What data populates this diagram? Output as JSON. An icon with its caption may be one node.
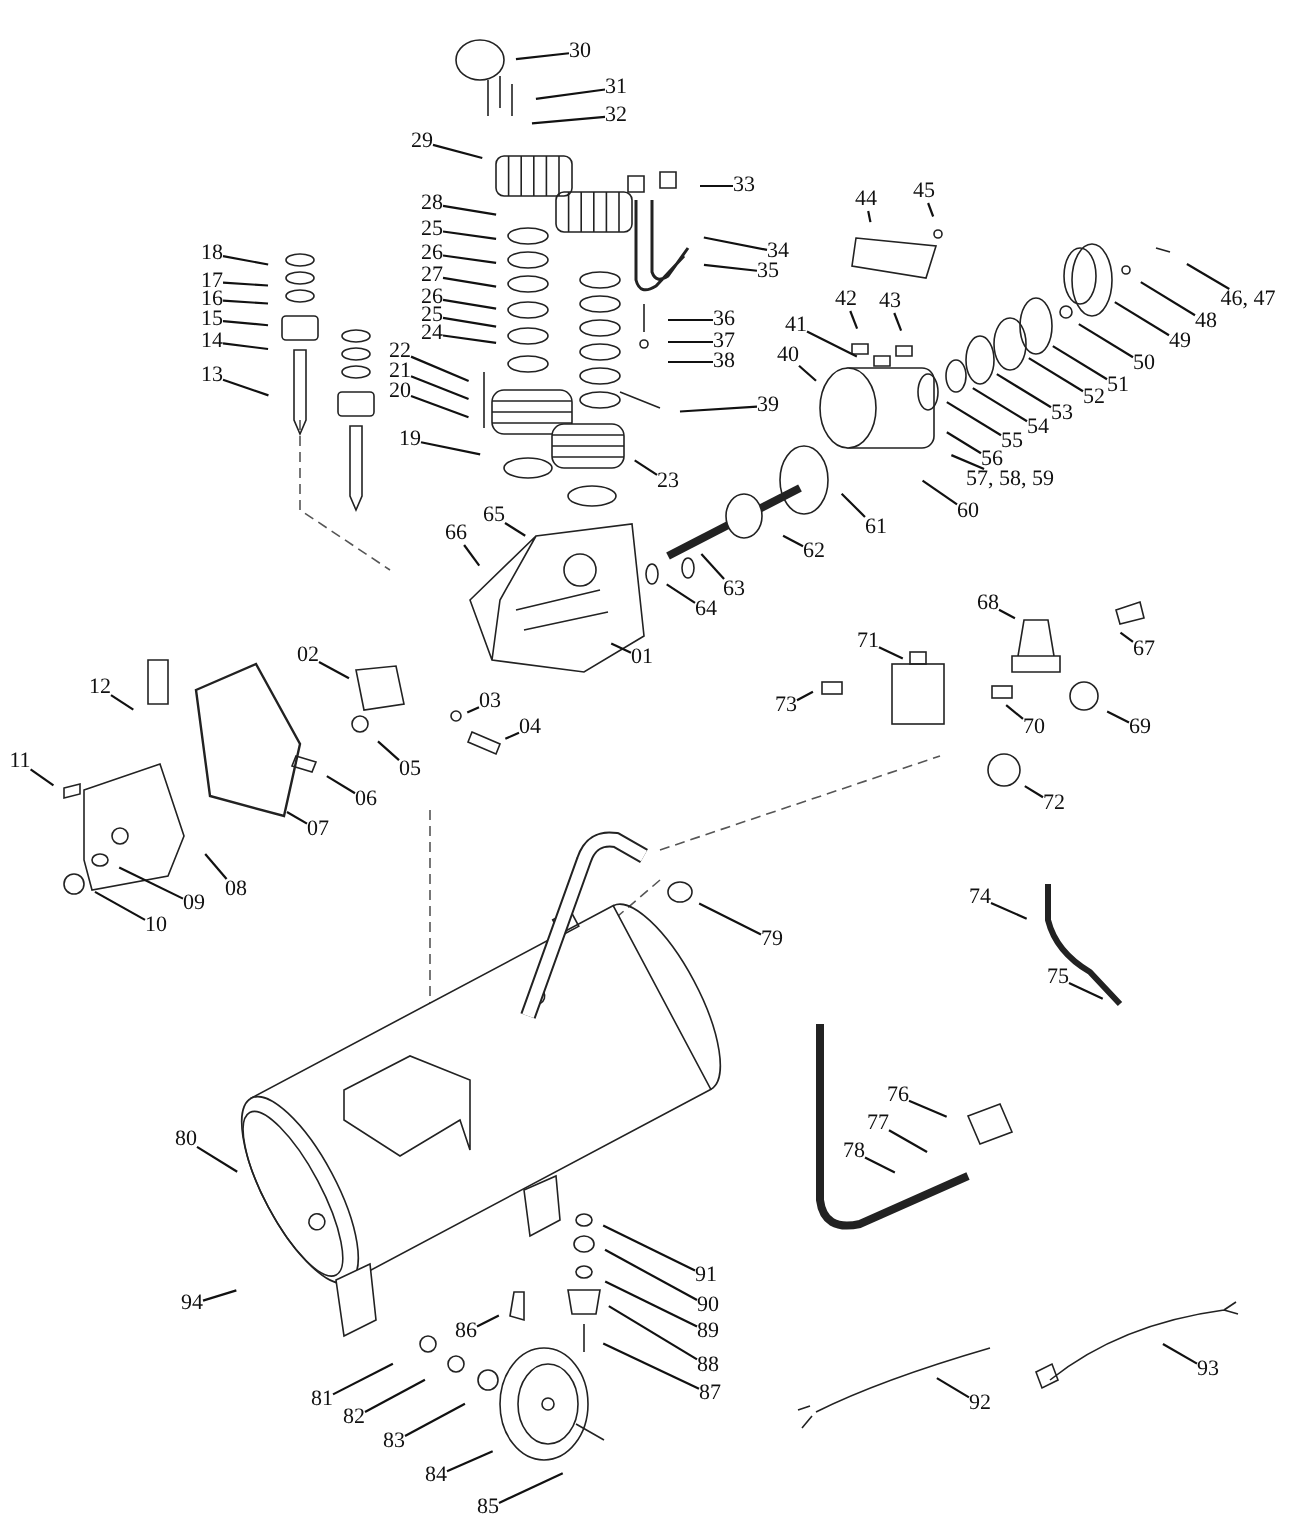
{
  "diagram": {
    "nodes": [
      {
        "text": [
          "30"
        ]
      },
      {
        "text": [
          "31"
        ]
      },
      {
        "text": [
          "32"
        ]
      },
      {
        "text": [
          "29"
        ]
      },
      {
        "text": [
          "33"
        ]
      },
      {
        "text": [
          "28"
        ]
      },
      {
        "text": [
          "45"
        ]
      },
      {
        "text": [
          "25"
        ]
      },
      {
        "text": [
          "44"
        ]
      },
      {
        "text": [
          "34"
        ]
      },
      {
        "text": [
          "18"
        ]
      },
      {
        "text": [
          "26"
        ]
      },
      {
        "text": [
          "35"
        ]
      },
      {
        "text": [
          "27"
        ]
      },
      {
        "text": [
          "17"
        ]
      },
      {
        "text": [
          "16"
        ]
      },
      {
        "text": [
          "42"
        ]
      },
      {
        "text": [
          "26"
        ]
      },
      {
        "text": [
          "43"
        ]
      },
      {
        "text": [
          "46, 47"
        ]
      },
      {
        "text": [
          "36"
        ]
      },
      {
        "text": [
          "15"
        ]
      },
      {
        "text": [
          "25"
        ]
      },
      {
        "text": [
          "48"
        ]
      },
      {
        "text": [
          "41"
        ]
      },
      {
        "text": [
          "24"
        ]
      },
      {
        "text": [
          "37"
        ]
      },
      {
        "text": [
          "14"
        ]
      },
      {
        "text": [
          "49"
        ]
      },
      {
        "text": [
          "22"
        ]
      },
      {
        "text": [
          "38"
        ]
      },
      {
        "text": [
          "40"
        ]
      },
      {
        "text": [
          "21"
        ]
      },
      {
        "text": [
          "50"
        ]
      },
      {
        "text": [
          "13"
        ]
      },
      {
        "text": [
          "51"
        ]
      },
      {
        "text": [
          "39"
        ]
      },
      {
        "text": [
          "20"
        ]
      },
      {
        "text": [
          "52"
        ]
      },
      {
        "text": [
          "53"
        ]
      },
      {
        "text": [
          "19"
        ]
      },
      {
        "text": [
          "54"
        ]
      },
      {
        "text": [
          "55"
        ]
      },
      {
        "text": [
          "56"
        ]
      },
      {
        "text": [
          "23"
        ]
      },
      {
        "text": [
          "57, 58, 59"
        ]
      },
      {
        "text": [
          "60"
        ]
      },
      {
        "text": [
          "65"
        ]
      },
      {
        "text": [
          "61"
        ]
      },
      {
        "text": [
          "66"
        ]
      },
      {
        "text": [
          "62"
        ]
      },
      {
        "text": [
          "63"
        ]
      },
      {
        "text": [
          "64"
        ]
      },
      {
        "text": [
          "68"
        ]
      },
      {
        "text": [
          "71"
        ]
      },
      {
        "text": [
          "67"
        ]
      },
      {
        "text": [
          "02"
        ]
      },
      {
        "text": [
          "01"
        ]
      },
      {
        "text": [
          "12"
        ]
      },
      {
        "text": [
          "03"
        ]
      },
      {
        "text": [
          "73"
        ]
      },
      {
        "text": [
          "04"
        ]
      },
      {
        "text": [
          "70"
        ]
      },
      {
        "text": [
          "69"
        ]
      },
      {
        "text": [
          "11"
        ]
      },
      {
        "text": [
          "05"
        ]
      },
      {
        "text": [
          "06"
        ]
      },
      {
        "text": [
          "72"
        ]
      },
      {
        "text": [
          "07"
        ]
      },
      {
        "text": [
          "08"
        ]
      },
      {
        "text": [
          "74"
        ]
      },
      {
        "text": [
          "09"
        ]
      },
      {
        "text": [
          "10"
        ]
      },
      {
        "text": [
          "79"
        ]
      },
      {
        "text": [
          "75"
        ]
      },
      {
        "text": [
          "76"
        ]
      },
      {
        "text": [
          "77"
        ]
      },
      {
        "text": [
          "80"
        ]
      },
      {
        "text": [
          "78"
        ]
      },
      {
        "text": [
          "91"
        ]
      },
      {
        "text": [
          "94"
        ]
      },
      {
        "text": [
          "90"
        ]
      },
      {
        "text": [
          "89"
        ]
      },
      {
        "text": [
          "86"
        ]
      },
      {
        "text": [
          "88"
        ]
      },
      {
        "text": [
          "93"
        ]
      },
      {
        "text": [
          "87"
        ]
      },
      {
        "text": [
          "81"
        ]
      },
      {
        "text": [
          "92"
        ]
      },
      {
        "text": [
          "82"
        ]
      },
      {
        "text": [
          "83"
        ]
      },
      {
        "text": [
          "84"
        ]
      },
      {
        "text": [
          "85"
        ]
      }
    ],
    "edges": [
      {
        "from": 0,
        "to": null,
        "arrow": "none"
      },
      {
        "from": 1,
        "to": null,
        "arrow": "none"
      },
      {
        "from": 2,
        "to": null,
        "arrow": "none"
      },
      {
        "from": 3,
        "to": null,
        "arrow": "none"
      },
      {
        "from": 4,
        "to": null,
        "arrow": "none"
      },
      {
        "from": 5,
        "to": null,
        "arrow": "none"
      },
      {
        "from": 6,
        "to": null,
        "arrow": "none"
      },
      {
        "from": 7,
        "to": null,
        "arrow": "none"
      },
      {
        "from": 8,
        "to": null,
        "arrow": "none"
      },
      {
        "from": 9,
        "to": null,
        "arrow": "none"
      },
      {
        "from": 10,
        "to": null,
        "arrow": "none"
      },
      {
        "from": 11,
        "to": null,
        "arrow": "none"
      },
      {
        "from": 12,
        "to": null,
        "arrow": "none"
      },
      {
        "from": 13,
        "to": null,
        "arrow": "none"
      },
      {
        "from": 14,
        "to": null,
        "arrow": "none"
      },
      {
        "from": 15,
        "to": null,
        "arrow": "none"
      },
      {
        "from": 16,
        "to": null,
        "arrow": "none"
      },
      {
        "from": 17,
        "to": null,
        "arrow": "none"
      },
      {
        "from": 18,
        "to": null,
        "arrow": "none"
      },
      {
        "from": 19,
        "to": null,
        "arrow": "none"
      },
      {
        "from": 20,
        "to": null,
        "arrow": "none"
      },
      {
        "from": 21,
        "to": null,
        "arrow": "none"
      },
      {
        "from": 22,
        "to": null,
        "arrow": "none"
      },
      {
        "from": 23,
        "to": null,
        "arrow": "none"
      },
      {
        "from": 24,
        "to": null,
        "arrow": "none"
      },
      {
        "from": 25,
        "to": null,
        "arrow": "none"
      },
      {
        "from": 26,
        "to": null,
        "arrow": "none"
      },
      {
        "from": 27,
        "to": null,
        "arrow": "none"
      },
      {
        "from": 28,
        "to": null,
        "arrow": "none"
      },
      {
        "from": 29,
        "to": null,
        "arrow": "none"
      },
      {
        "from": 30,
        "to": null,
        "arrow": "none"
      },
      {
        "from": 31,
        "to": null,
        "arrow": "none"
      },
      {
        "from": 32,
        "to": null,
        "arrow": "none"
      },
      {
        "from": 33,
        "to": null,
        "arrow": "none"
      },
      {
        "from": 34,
        "to": null,
        "arrow": "none"
      },
      {
        "from": 35,
        "to": null,
        "arrow": "none"
      },
      {
        "from": 36,
        "to": null,
        "arrow": "none"
      },
      {
        "from": 37,
        "to": null,
        "arrow": "none"
      },
      {
        "from": 38,
        "to": null,
        "arrow": "none"
      },
      {
        "from": 39,
        "to": null,
        "arrow": "none"
      },
      {
        "from": 40,
        "to": null,
        "arrow": "none"
      },
      {
        "from": 41,
        "to": null,
        "arrow": "none"
      },
      {
        "from": 42,
        "to": null,
        "arrow": "none"
      },
      {
        "from": 43,
        "to": null,
        "arrow": "none"
      },
      {
        "from": 44,
        "to": null,
        "arrow": "none"
      },
      {
        "from": 45,
        "to": null,
        "arrow": "none"
      },
      {
        "from": 46,
        "to": null,
        "arrow": "none"
      },
      {
        "from": 47,
        "to": null,
        "arrow": "none"
      },
      {
        "from": 48,
        "to": null,
        "arrow": "none"
      },
      {
        "from": 49,
        "to": null,
        "arrow": "none"
      },
      {
        "from": 50,
        "to": null,
        "arrow": "none"
      },
      {
        "from": 51,
        "to": null,
        "arrow": "none"
      },
      {
        "from": 52,
        "to": null,
        "arrow": "none"
      },
      {
        "from": 53,
        "to": null,
        "arrow": "none"
      },
      {
        "from": 54,
        "to": null,
        "arrow": "none"
      },
      {
        "from": 55,
        "to": null,
        "arrow": "none"
      },
      {
        "from": 56,
        "to": null,
        "arrow": "none"
      },
      {
        "from": 57,
        "to": null,
        "arrow": "none"
      },
      {
        "from": 58,
        "to": null,
        "arrow": "none"
      },
      {
        "from": 59,
        "to": null,
        "arrow": "none"
      },
      {
        "from": 60,
        "to": null,
        "arrow": "none"
      },
      {
        "from": 61,
        "to": null,
        "arrow": "none"
      },
      {
        "from": 62,
        "to": null,
        "arrow": "none"
      },
      {
        "from": 63,
        "to": null,
        "arrow": "none"
      },
      {
        "from": 64,
        "to": null,
        "arrow": "none"
      },
      {
        "from": 65,
        "to": null,
        "arrow": "none"
      },
      {
        "from": 66,
        "to": null,
        "arrow": "none"
      },
      {
        "from": 67,
        "to": null,
        "arrow": "none"
      },
      {
        "from": 68,
        "to": null,
        "arrow": "none"
      },
      {
        "from": 69,
        "to": null,
        "arrow": "none"
      },
      {
        "from": 70,
        "to": null,
        "arrow": "none"
      },
      {
        "from": 71,
        "to": null,
        "arrow": "none"
      },
      {
        "from": 72,
        "to": null,
        "arrow": "none"
      },
      {
        "from": 73,
        "to": null,
        "arrow": "none"
      },
      {
        "from": 74,
        "to": null,
        "arrow": "none"
      },
      {
        "from": 75,
        "to": null,
        "arrow": "none"
      },
      {
        "from": 76,
        "to": null,
        "arrow": "none"
      },
      {
        "from": 77,
        "to": null,
        "arrow": "none"
      },
      {
        "from": 78,
        "to": null,
        "arrow": "none"
      },
      {
        "from": 79,
        "to": null,
        "arrow": "none"
      },
      {
        "from": 80,
        "to": null,
        "arrow": "none"
      },
      {
        "from": 81,
        "to": null,
        "arrow": "none"
      },
      {
        "from": 82,
        "to": null,
        "arrow": "none"
      },
      {
        "from": 83,
        "to": null,
        "arrow": "none"
      },
      {
        "from": 84,
        "to": null,
        "arrow": "none"
      },
      {
        "from": 85,
        "to": null,
        "arrow": "none"
      },
      {
        "from": 86,
        "to": null,
        "arrow": "none"
      },
      {
        "from": 87,
        "to": null,
        "arrow": "none"
      },
      {
        "from": 88,
        "to": null,
        "arrow": "none"
      },
      {
        "from": 89,
        "to": null,
        "arrow": "none"
      },
      {
        "from": 90,
        "to": null,
        "arrow": "none"
      },
      {
        "from": 91,
        "to": null,
        "arrow": "none"
      },
      {
        "from": 92,
        "to": null,
        "arrow": "none"
      }
    ]
  }
}
